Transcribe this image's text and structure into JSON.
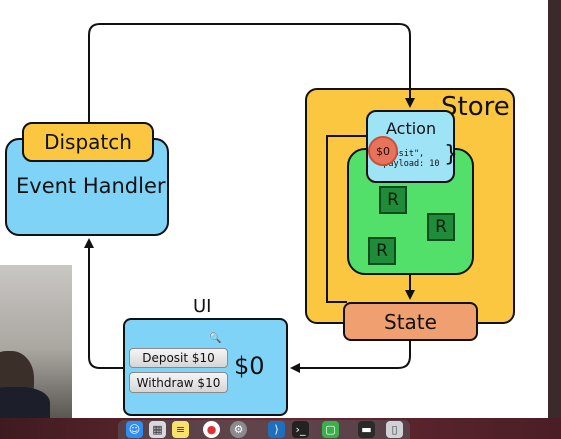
{
  "diagram": {
    "store": {
      "title": "Store"
    },
    "action": {
      "title": "Action",
      "code_lines": [
        "  :",
        "   posit\",",
        "  payload: 10"
      ],
      "open_brace": "{",
      "close_brace": "}"
    },
    "coin": {
      "label": "$0"
    },
    "reducers": [
      "R",
      "R",
      "R"
    ],
    "state": {
      "label": "State"
    },
    "event_handler": {
      "label": "Event Handler"
    },
    "dispatch": {
      "label": "Dispatch"
    },
    "ui": {
      "title": "UI",
      "deposit_label": "Deposit $10",
      "withdraw_label": "Withdraw $10",
      "amount": "$0"
    }
  },
  "colors": {
    "store": "#fbc741",
    "reducer_area": "#52e06a",
    "action": "#9fe3f7",
    "state": "#f0a070",
    "event_handler": "#7fd3f7",
    "reducer": "#1f8c3a",
    "coin": "#e8735a"
  },
  "dock": {
    "icons": [
      "finder-icon",
      "launchpad-icon",
      "notes-icon",
      "chrome-icon",
      "settings-icon",
      "vscode-icon",
      "terminal-icon",
      "app-icon",
      "activity-icon",
      "trash-icon"
    ]
  }
}
